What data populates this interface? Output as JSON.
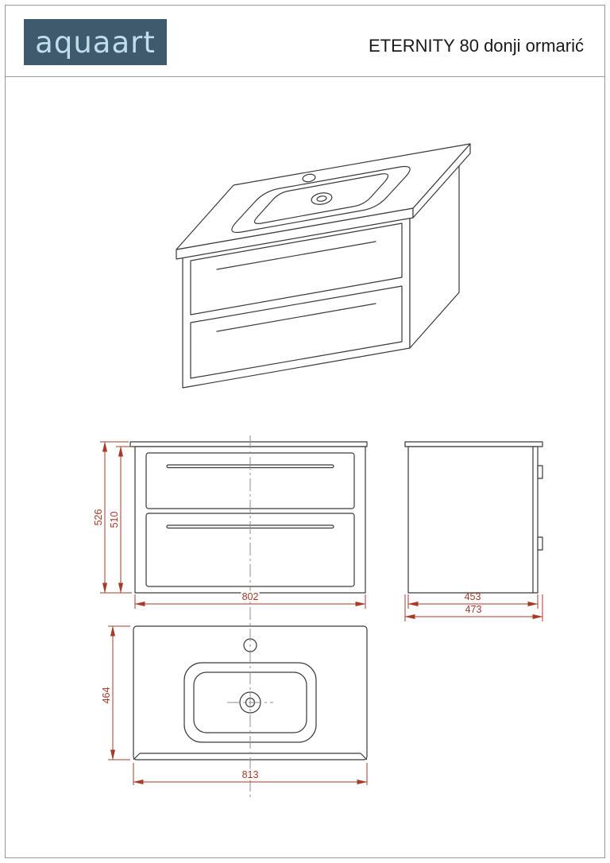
{
  "header": {
    "logo_text": "aquaart",
    "title": "ETERNITY 80 donji ormarić"
  },
  "dimensions": {
    "front_total_height": "526",
    "front_cabinet_height": "510",
    "front_width": "802",
    "side_depth": "453",
    "side_total_depth": "473",
    "top_depth": "464",
    "top_width": "813"
  },
  "colors": {
    "logo_bg": "#3E5A6C",
    "logo_text": "#BFDDEB",
    "drawing_line": "#3A3A3A",
    "dimension": "#A83A28",
    "centerline": "#8C8C8C",
    "page_border": "#999999"
  }
}
